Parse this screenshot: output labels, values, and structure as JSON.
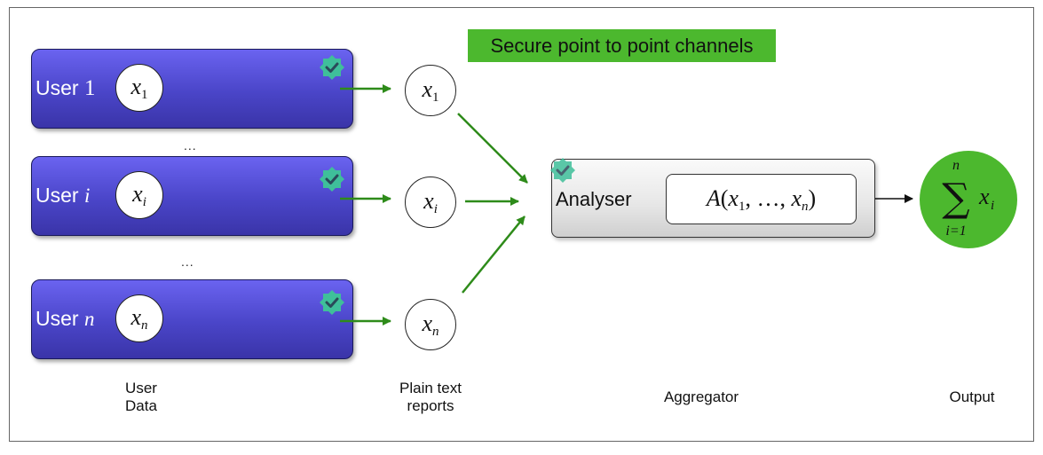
{
  "banner": {
    "text": "Secure point to point channels"
  },
  "users": [
    {
      "label_word": "User",
      "label_index": "1",
      "index_style": "num",
      "circle_var": "x",
      "circle_sub": "1"
    },
    {
      "label_word": "User",
      "label_index": "i",
      "index_style": "var",
      "circle_var": "x",
      "circle_sub": "i"
    },
    {
      "label_word": "User",
      "label_index": "n",
      "index_style": "var",
      "circle_var": "x",
      "circle_sub": "n"
    }
  ],
  "ellipsis": [
    "...",
    "..."
  ],
  "reports": [
    {
      "var": "x",
      "sub": "1"
    },
    {
      "var": "x",
      "sub": "i"
    },
    {
      "var": "x",
      "sub": "n"
    }
  ],
  "analyser": {
    "label": "Analyser",
    "formula": {
      "fn": "A",
      "open": "(",
      "a": "x",
      "a_sub": "1",
      "mid": ", …, ",
      "b": "x",
      "b_sub": "n",
      "close": ")"
    }
  },
  "output_formula": {
    "upper": "n",
    "lower": "i=1",
    "var": "x",
    "sub": "i"
  },
  "captions": {
    "user_data_line1": "User",
    "user_data_line2": "Data",
    "reports_line1": "Plain text",
    "reports_line2": "reports",
    "aggregator": "Aggregator",
    "output": "Output"
  },
  "colors": {
    "banner": "#4cb82e",
    "user_box_top": "#6a63f0",
    "user_box_bottom": "#3a34a8",
    "arrow_green": "#2e8b1a",
    "badge": "#3fbf9a",
    "output_circle": "#4cb82e"
  }
}
